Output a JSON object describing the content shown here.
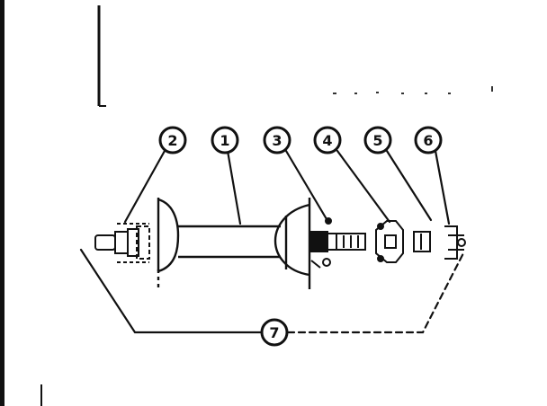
{
  "diagram": {
    "callouts": [
      {
        "id": "1",
        "label": "1"
      },
      {
        "id": "2",
        "label": "2"
      },
      {
        "id": "3",
        "label": "3"
      },
      {
        "id": "4",
        "label": "4"
      },
      {
        "id": "5",
        "label": "5"
      },
      {
        "id": "6",
        "label": "6"
      },
      {
        "id": "7",
        "label": "7"
      }
    ],
    "stroke_color": "#111111",
    "background_color": "#ffffff"
  }
}
